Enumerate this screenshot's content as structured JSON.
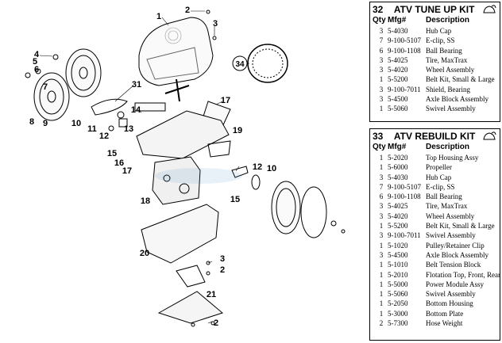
{
  "diagram": {
    "callouts": [
      {
        "id": "c1",
        "label": "1"
      },
      {
        "id": "c2a",
        "label": "2"
      },
      {
        "id": "c3a",
        "label": "3"
      },
      {
        "id": "c34",
        "label": "34"
      },
      {
        "id": "c4",
        "label": "4"
      },
      {
        "id": "c5",
        "label": "5"
      },
      {
        "id": "c6",
        "label": "6"
      },
      {
        "id": "c7",
        "label": "7"
      },
      {
        "id": "c31",
        "label": "31"
      },
      {
        "id": "c8",
        "label": "8"
      },
      {
        "id": "c9",
        "label": "9"
      },
      {
        "id": "c10a",
        "label": "10"
      },
      {
        "id": "c14",
        "label": "14"
      },
      {
        "id": "c11",
        "label": "11"
      },
      {
        "id": "c13",
        "label": "13"
      },
      {
        "id": "c12a",
        "label": "12"
      },
      {
        "id": "c17a",
        "label": "17"
      },
      {
        "id": "c19",
        "label": "19"
      },
      {
        "id": "c15a",
        "label": "15"
      },
      {
        "id": "c16",
        "label": "16"
      },
      {
        "id": "c17b",
        "label": "17"
      },
      {
        "id": "c18",
        "label": "18"
      },
      {
        "id": "c12b",
        "label": "12"
      },
      {
        "id": "c10b",
        "label": "10"
      },
      {
        "id": "c15b",
        "label": "15"
      },
      {
        "id": "c20",
        "label": "20"
      },
      {
        "id": "c3b",
        "label": "3"
      },
      {
        "id": "c2b",
        "label": "2"
      },
      {
        "id": "c21",
        "label": "21"
      },
      {
        "id": "c2c",
        "label": "2"
      }
    ]
  },
  "kits": [
    {
      "number": "32",
      "title": "ATV TUNE UP KIT",
      "icon": "cleaner-icon",
      "columns": {
        "qty": "Qty",
        "mfg": "Mfg#",
        "desc": "Description"
      },
      "items": [
        {
          "qty": "3",
          "mfg": "5-4030",
          "desc": "Hub Cap"
        },
        {
          "qty": "7",
          "mfg": "9-100-5107",
          "desc": "E-clip, SS"
        },
        {
          "qty": "6",
          "mfg": "9-100-1108",
          "desc": "Ball Bearing"
        },
        {
          "qty": "3",
          "mfg": "5-4025",
          "desc": "Tire, MaxTrax"
        },
        {
          "qty": "3",
          "mfg": "5-4020",
          "desc": "Wheel Assembly"
        },
        {
          "qty": "1",
          "mfg": "5-5200",
          "desc": "Belt Kit, Small & Large"
        },
        {
          "qty": "3",
          "mfg": "9-100-7011",
          "desc": "Shield, Bearing"
        },
        {
          "qty": "3",
          "mfg": "5-4500",
          "desc": "Axle Block Assembly"
        },
        {
          "qty": "1",
          "mfg": "5-5060",
          "desc": "Swivel Assembly"
        }
      ]
    },
    {
      "number": "33",
      "title": "ATV REBUILD KIT",
      "icon": "cleaner-icon",
      "columns": {
        "qty": "Qty",
        "mfg": "Mfg#",
        "desc": "Description"
      },
      "items": [
        {
          "qty": "1",
          "mfg": "5-2020",
          "desc": "Top Housing Assy"
        },
        {
          "qty": "1",
          "mfg": "5-6000",
          "desc": "Propeller"
        },
        {
          "qty": "3",
          "mfg": "5-4030",
          "desc": "Hub Cap"
        },
        {
          "qty": "7",
          "mfg": "9-100-5107",
          "desc": "E-clip, SS"
        },
        {
          "qty": "6",
          "mfg": "9-100-1108",
          "desc": "Ball Bearing"
        },
        {
          "qty": "3",
          "mfg": "5-4025",
          "desc": "Tire, MaxTrax"
        },
        {
          "qty": "3",
          "mfg": "5-4020",
          "desc": "Wheel Assembly"
        },
        {
          "qty": "1",
          "mfg": "5-5200",
          "desc": "Belt Kit, Small & Large"
        },
        {
          "qty": "3",
          "mfg": "9-100-7011",
          "desc": "Swivel Assembly"
        },
        {
          "qty": "1",
          "mfg": "5-1020",
          "desc": "Pulley/Retainer Clip"
        },
        {
          "qty": "3",
          "mfg": "5-4500",
          "desc": "Axle Block Assembly"
        },
        {
          "qty": "1",
          "mfg": "5-1010",
          "desc": "Belt Tension Block"
        },
        {
          "qty": "1",
          "mfg": "5-2010",
          "desc": "Flotation Top, Front, Rear"
        },
        {
          "qty": "1",
          "mfg": "5-5000",
          "desc": "Power Module Assy"
        },
        {
          "qty": "1",
          "mfg": "5-5060",
          "desc": "Swivel Assembly"
        },
        {
          "qty": "1",
          "mfg": "5-2050",
          "desc": "Bottom Housing"
        },
        {
          "qty": "1",
          "mfg": "5-3000",
          "desc": "Bottom Plate"
        },
        {
          "qty": "2",
          "mfg": "5-7300",
          "desc": "Hose Weight"
        }
      ]
    }
  ]
}
